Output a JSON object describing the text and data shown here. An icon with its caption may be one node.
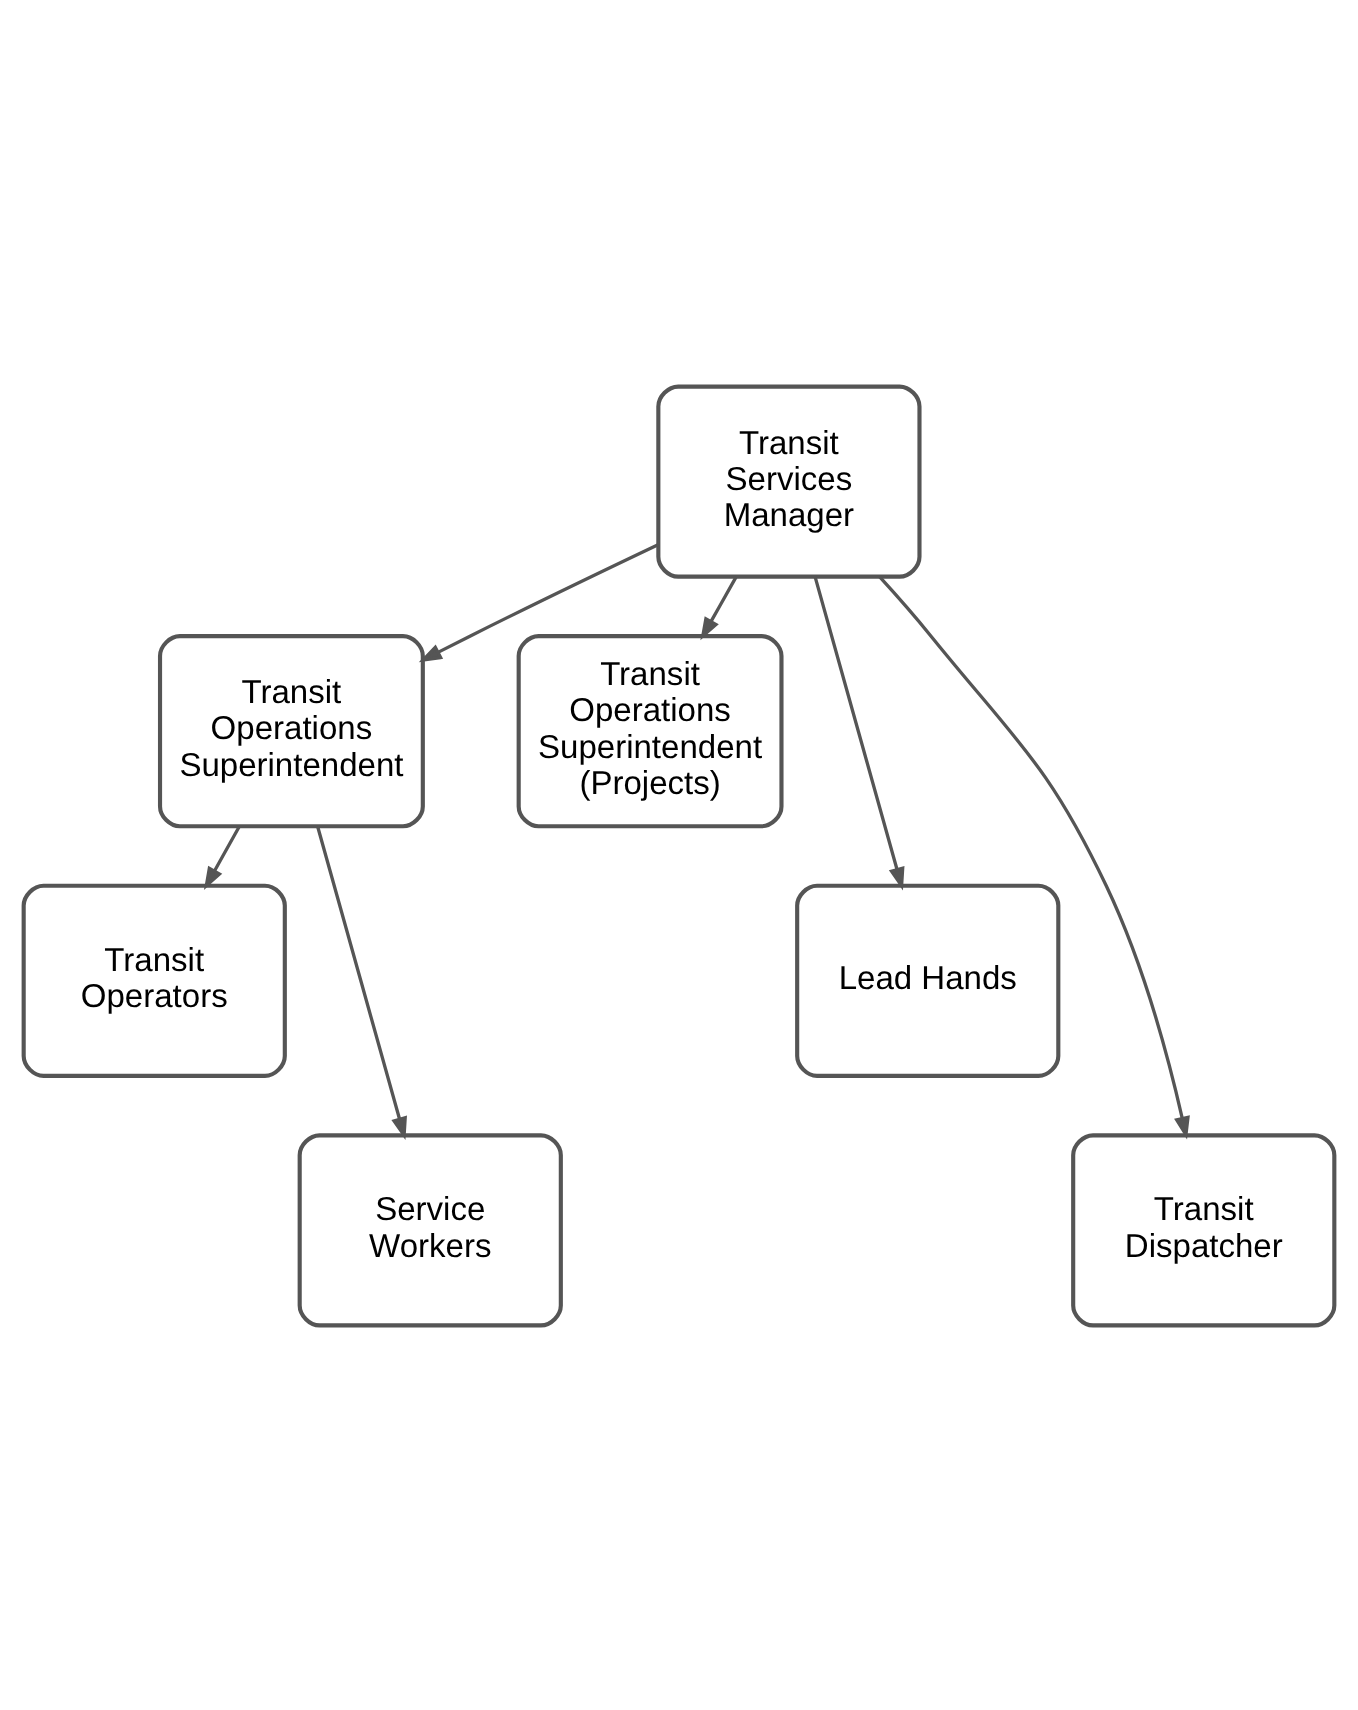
{
  "diagram": {
    "nodes": [
      {
        "text": [
          "Transit Services Manager"
        ]
      },
      {
        "text": [
          "Transit Operations Superintendent"
        ]
      },
      {
        "text": [
          "Transit Operations Superintendent (Projects)"
        ]
      },
      {
        "text": [
          "Transit Operators"
        ]
      },
      {
        "text": [
          "Lead Hands"
        ]
      },
      {
        "text": [
          "Service Workers"
        ]
      },
      {
        "text": [
          "Transit Dispatcher"
        ]
      }
    ],
    "edges": [
      {
        "from": 0,
        "to": 1,
        "arrow": "to"
      },
      {
        "from": 0,
        "to": 2,
        "arrow": "to"
      },
      {
        "from": 0,
        "to": 4,
        "arrow": "to"
      },
      {
        "from": 0,
        "to": 6,
        "arrow": "to"
      },
      {
        "from": 1,
        "to": 3,
        "arrow": "to"
      },
      {
        "from": 1,
        "to": 5,
        "arrow": "to"
      }
    ]
  }
}
